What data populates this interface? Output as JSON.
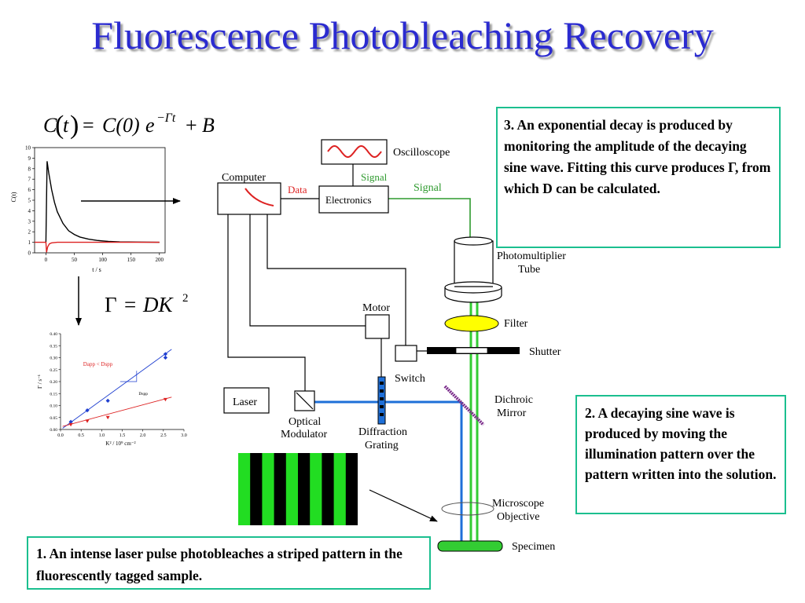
{
  "title": "Fluorescence Photobleaching Recovery",
  "equations": {
    "decay": {
      "c": "C",
      "t": "t",
      "equals": "=",
      "c0": "C(0)",
      "e": "e",
      "exponent": "−Γt",
      "plus": "+",
      "b": "B"
    },
    "gamma": {
      "gamma": "Γ",
      "equals": "=",
      "dk": "DK",
      "power": "2"
    }
  },
  "labels": {
    "computer": "Computer",
    "data": "Data",
    "electronics": "Electronics",
    "oscilloscope": "Oscilloscope",
    "signal_top": "Signal",
    "signal_right": "Signal",
    "pmt_line1": "Photomultiplier",
    "pmt_line2": "Tube",
    "filter": "Filter",
    "shutter": "Shutter",
    "motor": "Motor",
    "switch": "Switch",
    "laser": "Laser",
    "optical_line1": "Optical",
    "optical_line2": "Modulator",
    "diffraction_line1": "Diffraction",
    "diffraction_line2": "Grating",
    "dichroic_line1": "Dichroic",
    "dichroic_line2": "Mirror",
    "microscope_line1": "Microscope",
    "microscope_line2": "Objective",
    "specimen": "Specimen"
  },
  "notes": {
    "step3": "3.  An exponential decay is produced by monitoring the amplitude of the decaying sine wave.  Fitting this curve produces Γ, from which D can be calculated.",
    "step2": "2.  A decaying sine wave is produced by moving the illumination pattern over the pattern written into the solution.",
    "step1": "1.  An intense laser pulse photobleaches a striped pattern in the fluorescently tagged sample."
  },
  "colors": {
    "title": "#2b2bd0",
    "note_border": "#1bbf8f",
    "laser_beam": "#1e6fd8",
    "signal_beam": "#33cc33",
    "signal_line": "#2e9a2e",
    "data_line": "#dd2222",
    "dichroic": "#7a2a8a",
    "filter": "#ffff00",
    "specimen": "#33cc33"
  },
  "stripes": {
    "count": 5,
    "stripe_color": "#22dd22",
    "gap_color": "#000000"
  },
  "chart_data": [
    {
      "type": "line",
      "xlabel": "t / s",
      "ylabel": "C(t)",
      "xlim": [
        -20,
        210
      ],
      "ylim": [
        0,
        10
      ],
      "xticks": [
        0,
        50,
        100,
        150,
        200
      ],
      "yticks": [
        0,
        1,
        2,
        3,
        4,
        5,
        6,
        7,
        8,
        9,
        10
      ],
      "grid": false,
      "series": [
        {
          "color": "#000000",
          "points": [
            [
              0,
              1
            ],
            [
              2,
              8.7
            ],
            [
              5,
              7.6
            ],
            [
              10,
              6.0
            ],
            [
              15,
              4.8
            ],
            [
              20,
              3.9
            ],
            [
              30,
              2.8
            ],
            [
              40,
              2.1
            ],
            [
              50,
              1.75
            ],
            [
              60,
              1.5
            ],
            [
              75,
              1.3
            ],
            [
              90,
              1.18
            ],
            [
              110,
              1.08
            ],
            [
              130,
              1.04
            ],
            [
              160,
              1.02
            ],
            [
              200,
              1.0
            ]
          ]
        },
        {
          "color": "#dd2222",
          "points": [
            [
              -20,
              1
            ],
            [
              0,
              1
            ],
            [
              1,
              0.05
            ],
            [
              3,
              0.55
            ],
            [
              6,
              0.85
            ],
            [
              10,
              0.95
            ],
            [
              20,
              1.0
            ],
            [
              200,
              1.0
            ]
          ]
        }
      ]
    },
    {
      "type": "scatter",
      "xlabel": "K² / 10⁹ cm⁻²",
      "ylabel": "Γ / s⁻¹",
      "xlim": [
        0,
        3.0
      ],
      "ylim": [
        0,
        0.4
      ],
      "xticks": [
        "0.0",
        "0.5",
        "1.0",
        "1.5",
        "2.0",
        "2.5",
        "3.0"
      ],
      "yticks": [
        "0.00",
        "0.05",
        "0.10",
        "0.15",
        "0.20",
        "0.25",
        "0.30",
        "0.35",
        "0.40"
      ],
      "annotation": "Dapp < Dspp",
      "slope_label": "Dspp",
      "series": [
        {
          "color": "#1f3fd0",
          "points": [
            [
              0.25,
              0.032
            ],
            [
              0.65,
              0.08
            ],
            [
              1.15,
              0.12
            ],
            [
              2.55,
              0.315
            ],
            [
              2.55,
              0.3
            ]
          ]
        },
        {
          "color": "#dd2222",
          "points": [
            [
              0.25,
              0.02
            ],
            [
              0.65,
              0.035
            ],
            [
              1.15,
              0.05
            ],
            [
              2.55,
              0.125
            ]
          ]
        }
      ]
    }
  ]
}
